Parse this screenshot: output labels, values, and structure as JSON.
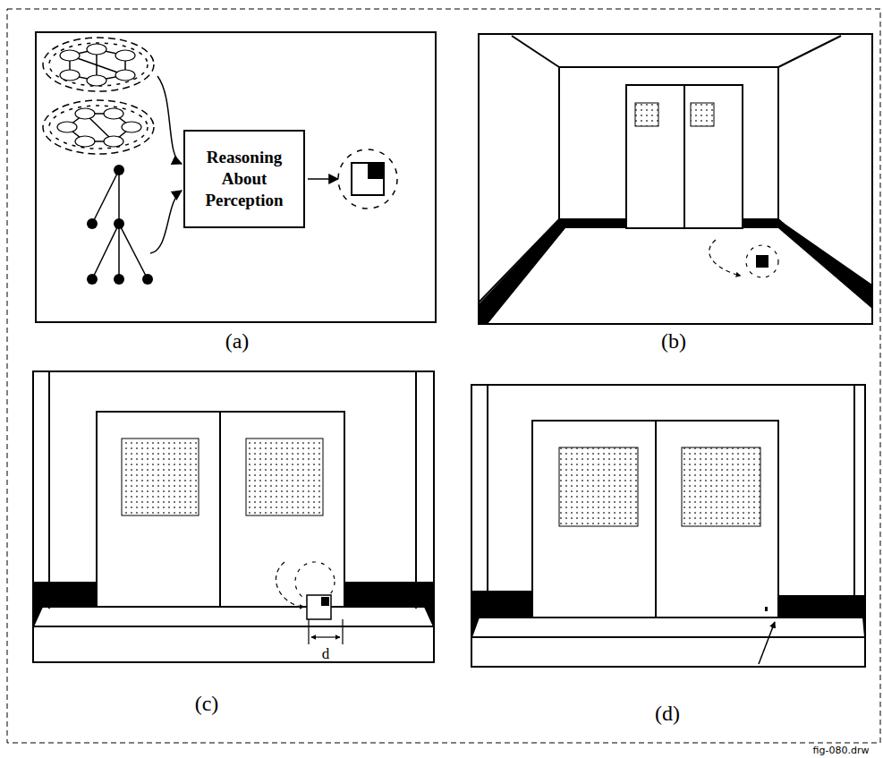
{
  "diagram": {
    "nodes": [
      {
        "text": [
          "Reasoning About Perception"
        ]
      }
    ],
    "labels": [
      "(a)",
      "(b)",
      "(c)",
      "(d)",
      "d",
      "fig-080.drw"
    ]
  }
}
